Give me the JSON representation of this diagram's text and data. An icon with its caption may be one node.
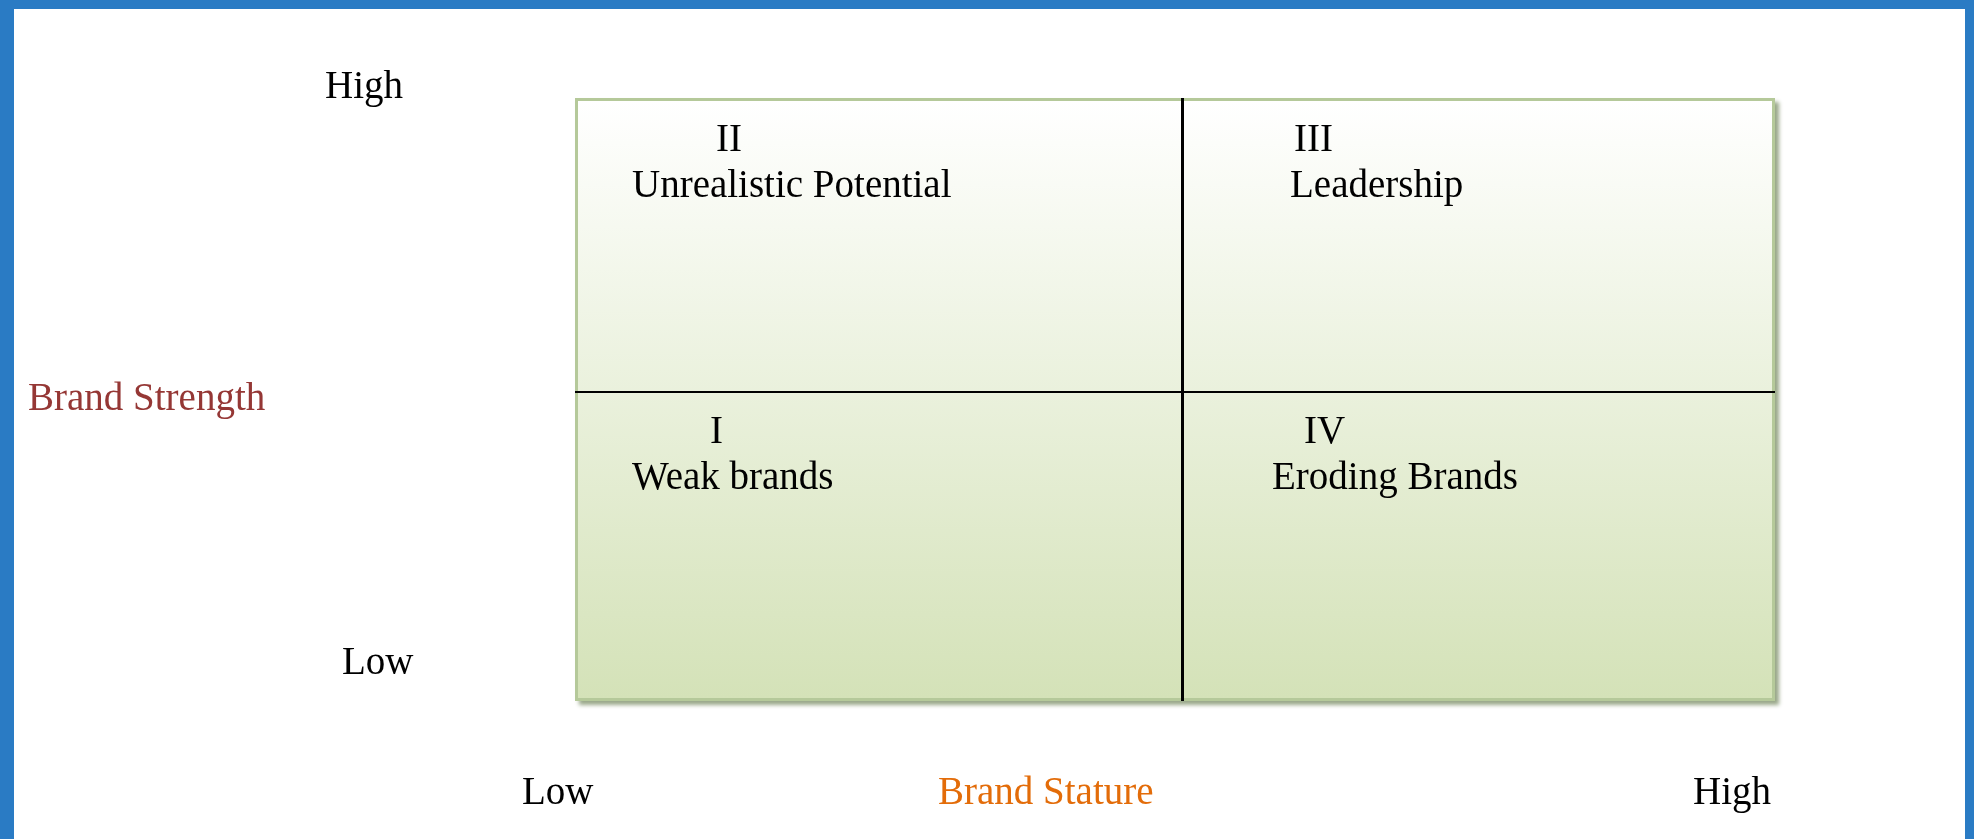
{
  "diagram": {
    "nodes": [
      {
        "text": [
          "II",
          "Unrealistic Potential"
        ]
      },
      {
        "text": [
          "III",
          "Leadership"
        ]
      },
      {
        "text": [
          "I",
          "Weak brands"
        ]
      },
      {
        "text": [
          "IV",
          "Eroding Brands"
        ]
      }
    ],
    "labels": [
      "High",
      "Brand Strength",
      "Low",
      "Low",
      "Brand Stature",
      "High"
    ]
  }
}
